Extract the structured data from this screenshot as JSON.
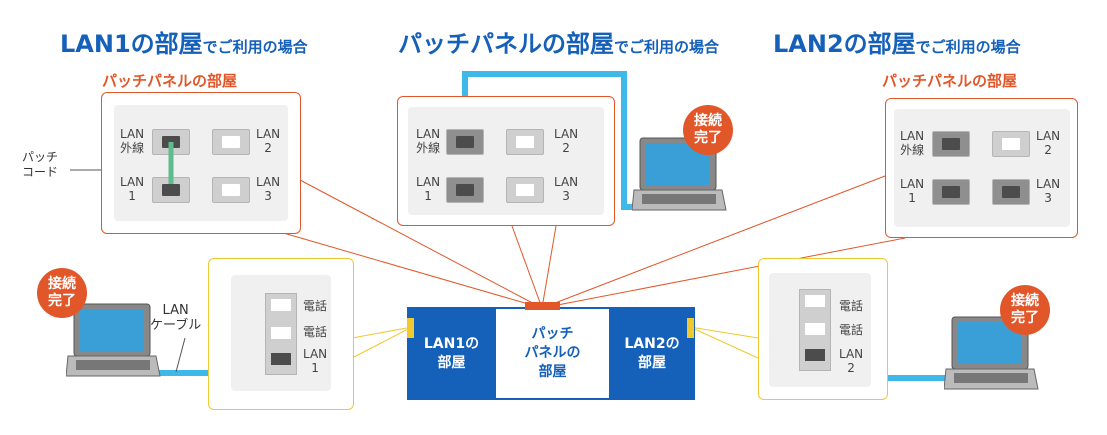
{
  "headings": {
    "lan1": {
      "main": "LAN1の部屋",
      "sub": "でご利用の場合"
    },
    "patch": {
      "main": "パッチパネルの部屋",
      "sub": "でご利用の場合"
    },
    "lan2": {
      "main": "LAN2の部屋",
      "sub": "でご利用の場合"
    }
  },
  "patch_panel_room_label": "パッチパネルの部屋",
  "patch_cord_label": [
    "パッチ",
    "コード"
  ],
  "lan_cable_label": [
    "LAN",
    "ケーブル"
  ],
  "badge": [
    "接続",
    "完了"
  ],
  "ports": {
    "lan_outer": [
      "LAN",
      "外線"
    ],
    "lan2": [
      "LAN",
      "2"
    ],
    "lan1": [
      "LAN",
      "1"
    ],
    "lan3": [
      "LAN",
      "3"
    ]
  },
  "wall_labels": {
    "phone": "電話",
    "lan1": [
      "LAN",
      "1"
    ],
    "lan2": [
      "LAN",
      "2"
    ]
  },
  "router": {
    "lan1_room": [
      "LAN1の",
      "部屋"
    ],
    "patch_room": [
      "パッチ",
      "パネルの",
      "部屋"
    ],
    "lan2_room": [
      "LAN2の",
      "部屋"
    ]
  },
  "colors": {
    "blue": "#1560b8",
    "orange": "#e2572a",
    "yellow": "#f0c830",
    "cable": "#3db8e8",
    "green": "#5dbd8c"
  }
}
